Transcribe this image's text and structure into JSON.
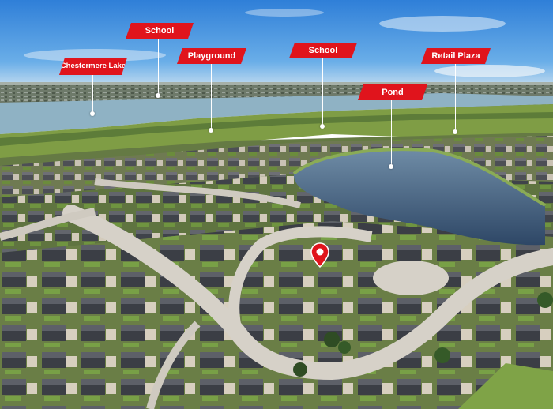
{
  "labels": {
    "chestermere_lake": "Chestermere Lake",
    "school_1": "School",
    "playground": "Playground",
    "school_2": "School",
    "pond": "Pond",
    "retail_plaza": "Retail Plaza"
  },
  "colors": {
    "label_bg": "#e0141c",
    "label_text": "#ffffff",
    "sky": "#3f8fe0",
    "lake": "#8fb2c4",
    "pond": "#3d5878",
    "grass": "#7c9a44",
    "road": "#d6d1c8"
  },
  "icons": {
    "property_marker": "map-pin-icon"
  }
}
